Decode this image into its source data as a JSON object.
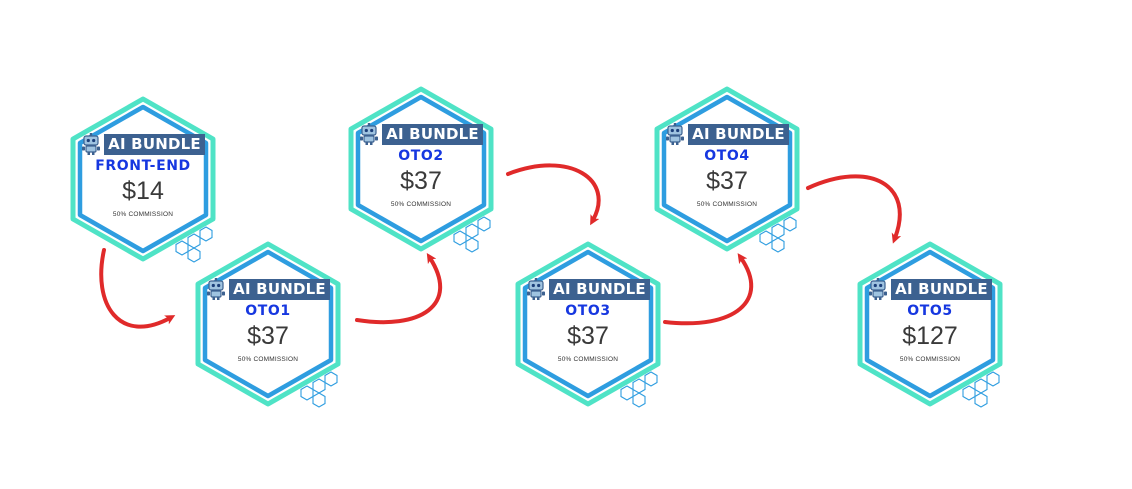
{
  "colors": {
    "outer_ring": "#4fe3c6",
    "inner_ring": "#2e9de0",
    "badge_bg": "#3c6190",
    "stage_text": "#1637e0",
    "arrow": "#e02a2a"
  },
  "icons": {
    "badge_icon": "robot-icon",
    "decor": "hexagon-cluster-icon"
  },
  "stages": [
    {
      "badge": "AI BUNDLE",
      "name": "FRONT-END",
      "price": "$14",
      "commission": "50% COMMISSION"
    },
    {
      "badge": "AI BUNDLE",
      "name": "OTO1",
      "price": "$37",
      "commission": "50% COMMISSION"
    },
    {
      "badge": "AI BUNDLE",
      "name": "OTO2",
      "price": "$37",
      "commission": "50% COMMISSION"
    },
    {
      "badge": "AI BUNDLE",
      "name": "OTO3",
      "price": "$37",
      "commission": "50% COMMISSION"
    },
    {
      "badge": "AI BUNDLE",
      "name": "OTO4",
      "price": "$37",
      "commission": "50% COMMISSION"
    },
    {
      "badge": "AI BUNDLE",
      "name": "OTO5",
      "price": "$127",
      "commission": "50% COMMISSION"
    }
  ]
}
